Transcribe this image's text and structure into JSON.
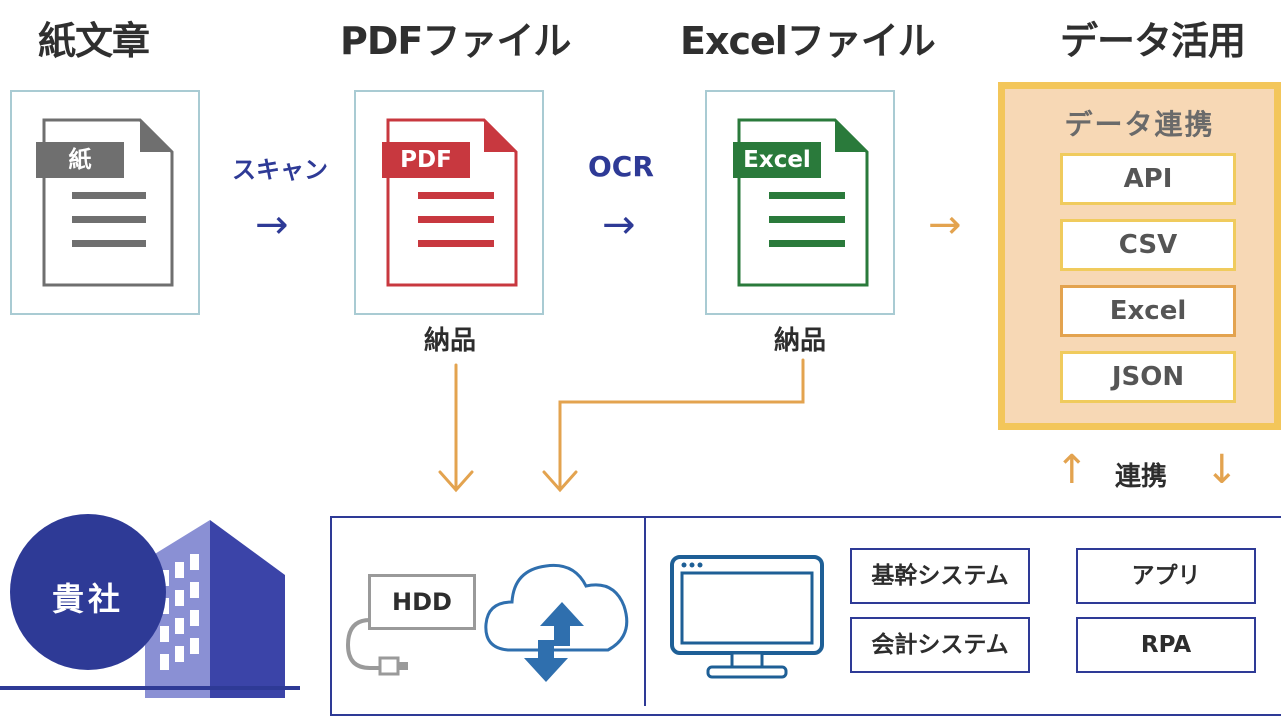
{
  "headings": {
    "paper": "紙文章",
    "pdf": "PDFファイル",
    "excel": "Excelファイル",
    "data": "データ活用"
  },
  "cards": {
    "paper_label": "紙",
    "pdf_label": "PDF",
    "excel_label": "Excel"
  },
  "steps": {
    "scan": "スキャン",
    "ocr": "OCR",
    "arrow": "→"
  },
  "delivery": {
    "pdf": "納品",
    "excel": "納品"
  },
  "data_box": {
    "title": "データ連携",
    "formats": [
      "API",
      "CSV",
      "Excel",
      "JSON"
    ]
  },
  "link": {
    "label": "連携",
    "up": "↑",
    "down": "↓"
  },
  "company": {
    "label": "貴社"
  },
  "storage": {
    "hdd": "HDD"
  },
  "systems": [
    "基幹システム",
    "アプリ",
    "会計システム",
    "RPA"
  ],
  "colors": {
    "navy": "#2e3a96",
    "orange": "#e3a34f",
    "pdf_red": "#c8383f",
    "excel_green": "#2a7a3b",
    "paper_gray": "#6f6f6f",
    "card_border": "#a9cbd3",
    "cloud_blue": "#2f6fae"
  }
}
